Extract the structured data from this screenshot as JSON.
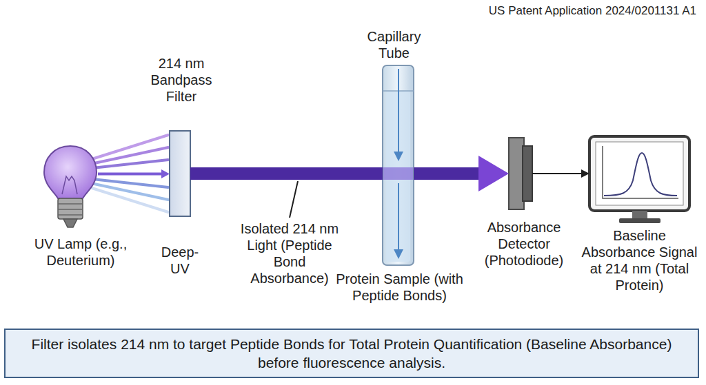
{
  "diagram": {
    "title": "US Patent Application 2024/0201131 A1",
    "caption": "Filter isolates 214 nm to target Peptide Bonds for Total Protein Quantification (Baseline Absorbance) before fluorescence analysis.",
    "nodes": [
      {
        "text": [
          "UV Lamp (e.g., Deuterium)"
        ]
      },
      {
        "text": [
          "214 nm Bandpass Filter",
          "Deep-UV"
        ]
      },
      {
        "text": [
          "Capillary Tube",
          "Protein Sample (with Peptide Bonds)"
        ]
      },
      {
        "text": [
          "Absorbance Detector (Photodiode)"
        ]
      },
      {
        "text": [
          "Baseline Absorbance Signal at 214 nm (Total Protein)"
        ]
      }
    ],
    "edges": [
      {
        "from": 0,
        "to": 1,
        "arrow": "to"
      },
      {
        "from": 1,
        "to": 2,
        "arrow": "none"
      },
      {
        "from": 2,
        "to": 3,
        "arrow": "to"
      },
      {
        "from": 3,
        "to": 4,
        "arrow": "to"
      }
    ],
    "labels": [
      "Isolated 214 nm Light (Peptide Bond Absorbance)"
    ]
  }
}
